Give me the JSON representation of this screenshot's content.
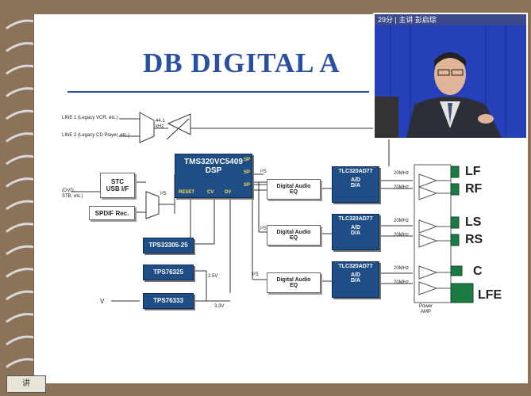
{
  "slide": {
    "title": "DB DIGITAL A"
  },
  "video": {
    "overlay_text": "29分 | 主讲  彭启琮"
  },
  "diagram": {
    "line1": "LINE 1 (Legacy VCR, etc.)",
    "line2": "LINE 2 (Legacy CD Player, etc.)",
    "mux_freq": "44.1\nkHz",
    "stc_usb": "STC\nUSB I/F",
    "dvd_input": "(DVD,\nSTB, etc.)",
    "spdif": "SPDIF Rec.",
    "i2s_mux": "I²S",
    "dsp_line1": "TMS320VC5409",
    "dsp_line2": "DSP",
    "dsp_reset": "RESET",
    "dsp_cvdd": "CV",
    "dsp_dvdd": "DV",
    "dsp_sp": "SP",
    "i2s": "I²S",
    "eq_label": "Digital Audio\nEQ",
    "codec": "TLC320AD77",
    "ad": "A/D",
    "da": "D/A",
    "tps1": "TPS33305-25",
    "tps2": "TPS76325",
    "tps3": "TPS76333",
    "v25": "2.5V",
    "v33": "3.3V",
    "vin": "V",
    "freq20": "20MHz",
    "power_amp": "Power\nAMP",
    "channels": [
      "LF",
      "RF",
      "LS",
      "RS",
      "C",
      "LFE"
    ]
  },
  "footer": {
    "logo_text": "讲"
  }
}
